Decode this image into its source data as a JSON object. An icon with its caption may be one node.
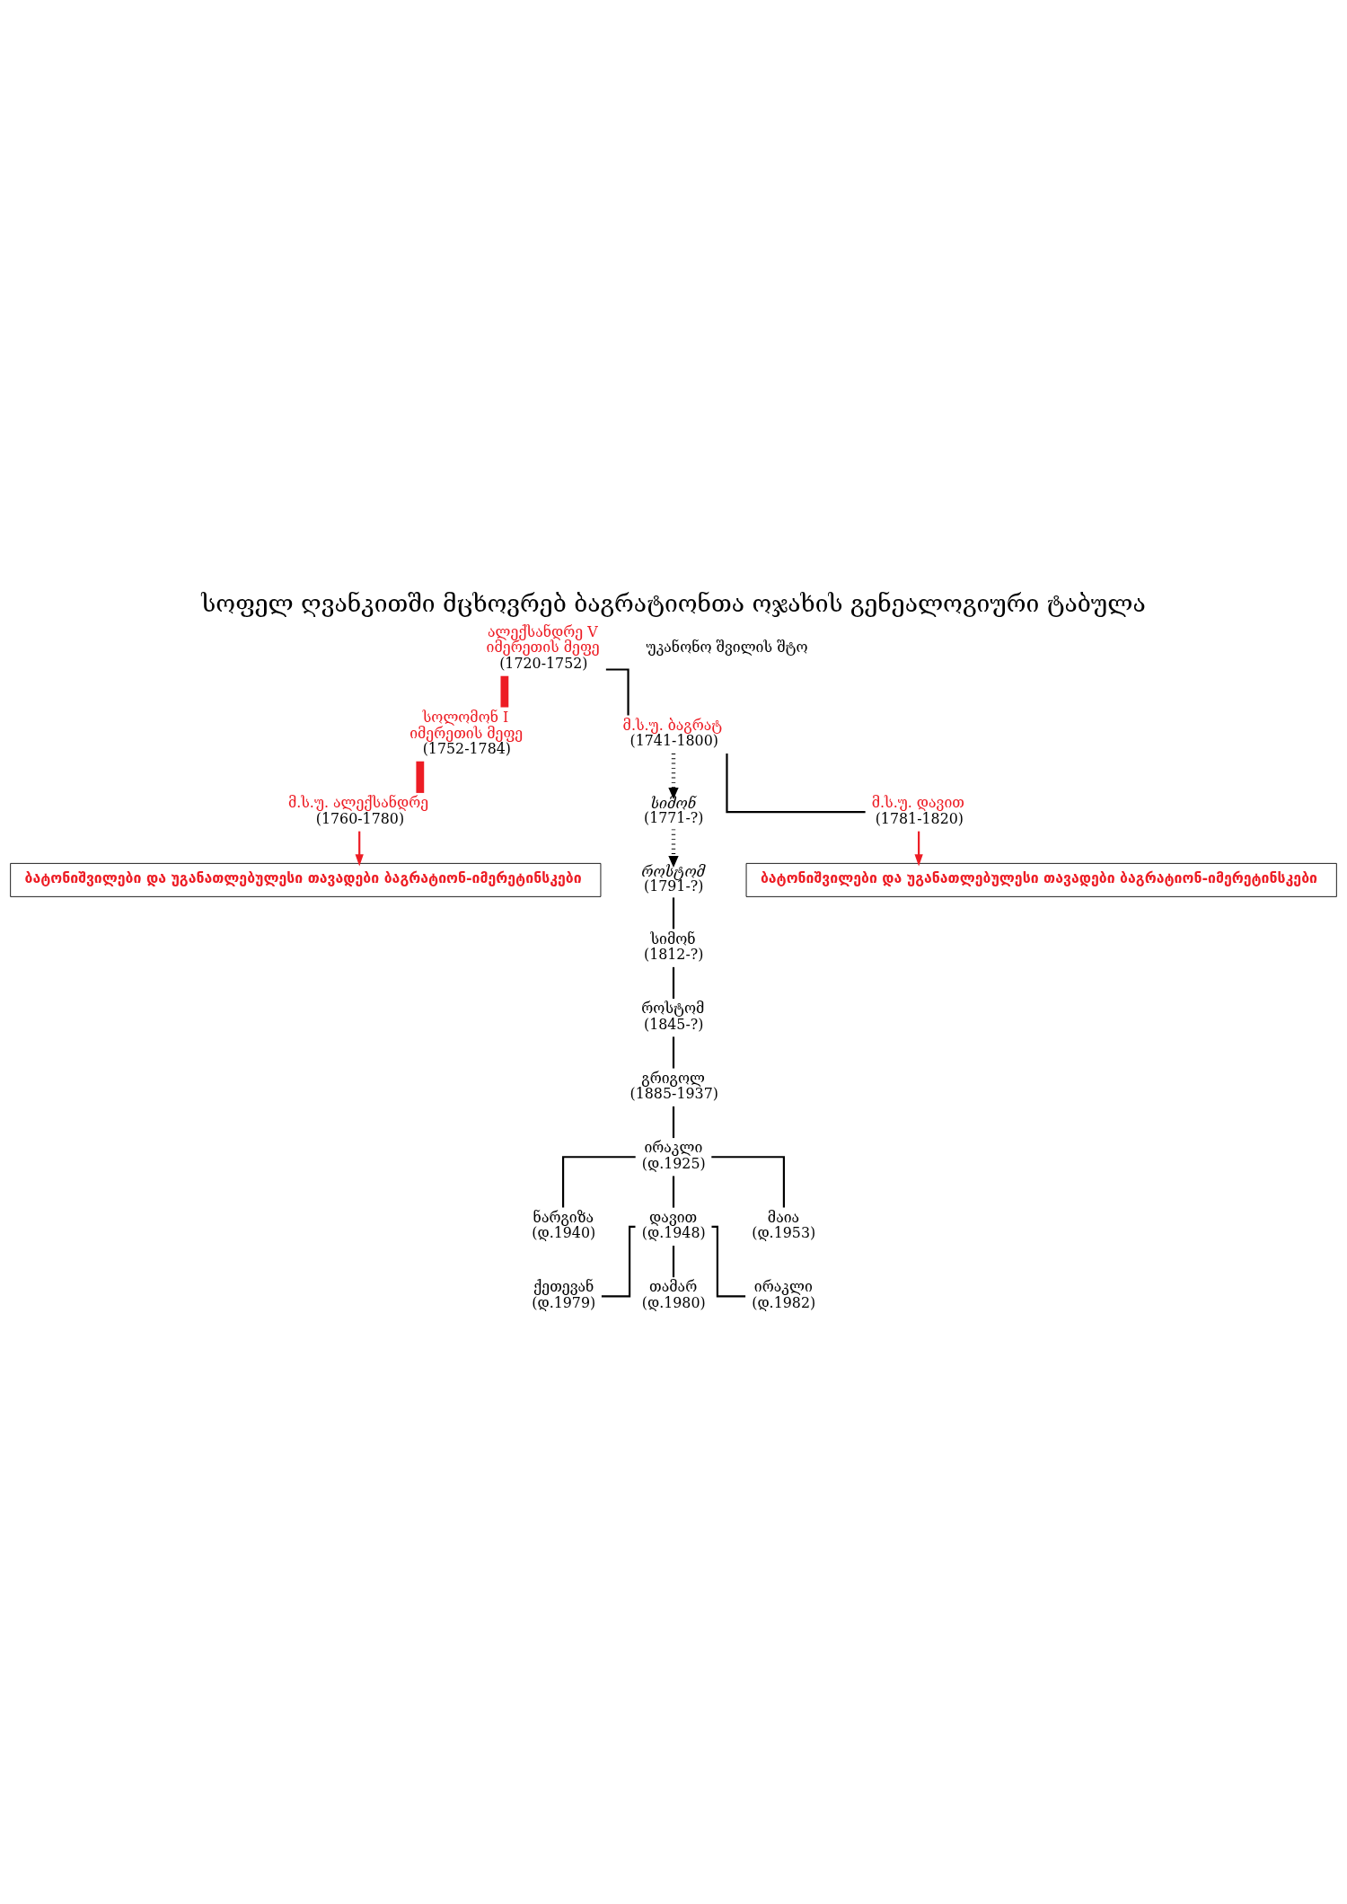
{
  "diagram": {
    "title": "სოფელ ღვანკითში მცხოვრებ ბაგრატიონთა ოჯახის გენეალოგიური ტაბულა",
    "nodes": [
      {
        "text": [
          "ალექსანდრე V",
          "იმერეთის მეფე",
          "(1720-1752)"
        ]
      },
      {
        "text": [
          "სოლომონ I",
          "იმერეთის მეფე",
          "(1752-1784)"
        ]
      },
      {
        "text": [
          "მ.ს.უ. ალექსანდრე",
          "(1760-1780)"
        ]
      },
      {
        "text": [
          "ბატონიშვილები და უგანათლებულესი თავადები ბაგრატიონ-იმერეტინსკები"
        ]
      },
      {
        "text": [
          "მ.ს.უ. ბაგრატ",
          "(1741-1800)"
        ]
      },
      {
        "text": [
          "სიმონ",
          "(1771-?)"
        ]
      },
      {
        "text": [
          "მ.ს.უ. დავით",
          "(1781-1820)"
        ]
      },
      {
        "text": [
          "ბატონიშვილები და უგანათლებულესი თავადები ბაგრატიონ-იმერეტინსკები"
        ]
      },
      {
        "text": [
          "როსტომ",
          "(1791-?)"
        ]
      },
      {
        "text": [
          "სიმონ",
          "(1812-?)"
        ]
      },
      {
        "text": [
          "როსტომ",
          "(1845-?)"
        ]
      },
      {
        "text": [
          "გრიგოლ",
          "(1885-1937)"
        ]
      },
      {
        "text": [
          "ირაკლი",
          "(დ.1925)"
        ]
      },
      {
        "text": [
          "ნარგიზა",
          "(დ.1940)"
        ]
      },
      {
        "text": [
          "დავით",
          "(დ.1948)"
        ]
      },
      {
        "text": [
          "მაია",
          "(დ.1953)"
        ]
      },
      {
        "text": [
          "ქეთევან",
          "(დ.1979)"
        ]
      },
      {
        "text": [
          "თამარ",
          "(დ.1980)"
        ]
      },
      {
        "text": [
          "ირაკლი",
          "(დ.1982)"
        ]
      }
    ],
    "edges": [
      {
        "from": 0,
        "to": 1,
        "arrow": "none",
        "style": "thick",
        "color": "#ed1c24"
      },
      {
        "from": 0,
        "to": 4,
        "arrow": "none"
      },
      {
        "from": 1,
        "to": 2,
        "arrow": "none",
        "style": "thick",
        "color": "#ed1c24"
      },
      {
        "from": 2,
        "to": 3,
        "arrow": "to",
        "color": "#ed1c24"
      },
      {
        "from": 4,
        "to": 5,
        "arrow": "to",
        "style": "dashed"
      },
      {
        "from": 4,
        "to": 6,
        "arrow": "none"
      },
      {
        "from": 6,
        "to": 7,
        "arrow": "to",
        "color": "#ed1c24"
      },
      {
        "from": 5,
        "to": 8,
        "arrow": "to",
        "style": "dashed"
      },
      {
        "from": 8,
        "to": 9,
        "arrow": "none"
      },
      {
        "from": 9,
        "to": 10,
        "arrow": "none"
      },
      {
        "from": 10,
        "to": 11,
        "arrow": "none"
      },
      {
        "from": 11,
        "to": 12,
        "arrow": "none"
      },
      {
        "from": 12,
        "to": 13,
        "arrow": "none"
      },
      {
        "from": 12,
        "to": 14,
        "arrow": "none"
      },
      {
        "from": 12,
        "to": 15,
        "arrow": "none"
      },
      {
        "from": 14,
        "to": 16,
        "arrow": "none"
      },
      {
        "from": 14,
        "to": 17,
        "arrow": "none"
      },
      {
        "from": 14,
        "to": 18,
        "arrow": "none"
      }
    ],
    "legend": [
      {
        "text": "უკანონო შვილის შტო"
      }
    ]
  }
}
